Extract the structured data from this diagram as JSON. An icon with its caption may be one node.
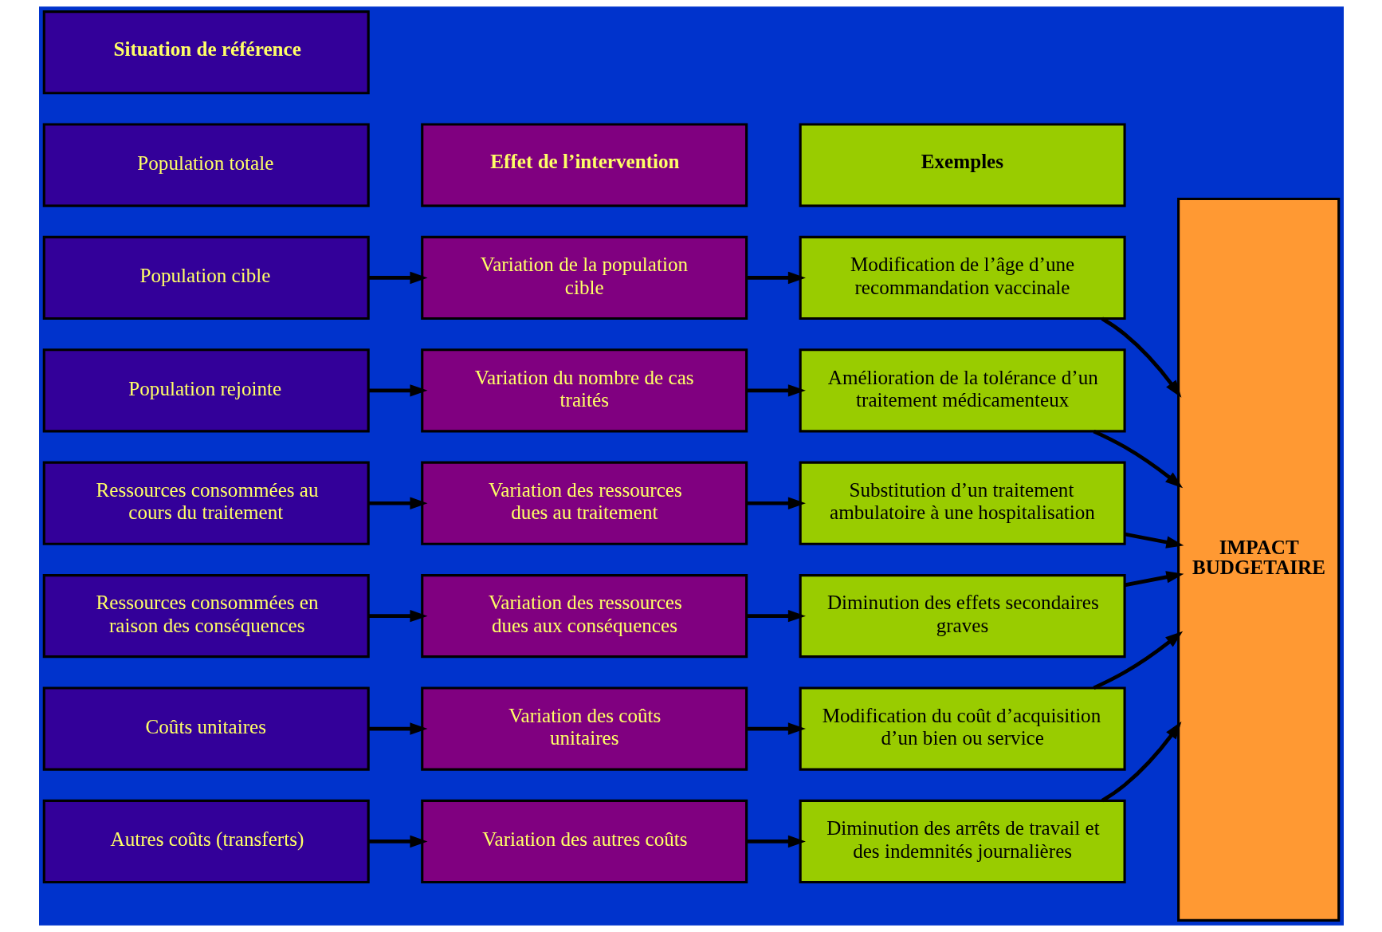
{
  "diagram": {
    "nodes": [
      {
        "text": [
          "Situation de référence"
        ]
      },
      {
        "text": [
          "Effet de l’intervention"
        ]
      },
      {
        "text": [
          "Exemples"
        ]
      },
      {
        "text": [
          "Population totale"
        ]
      },
      {
        "text": [
          "Population cible"
        ]
      },
      {
        "text": [
          "Variation de la population cible"
        ]
      },
      {
        "text": [
          "Modification de l’âge d’une recommandation vaccinale"
        ]
      },
      {
        "text": [
          "Population rejointe"
        ]
      },
      {
        "text": [
          "Variation du nombre de cas traités"
        ]
      },
      {
        "text": [
          "Amélioration de la tolérance d’un traitement médicamenteux"
        ]
      },
      {
        "text": [
          "Ressources consommées au cours du traitement"
        ]
      },
      {
        "text": [
          "Variation des ressources dues au traitement"
        ]
      },
      {
        "text": [
          "Substitution d’un traitement ambulatoire à une hospitalisation"
        ]
      },
      {
        "text": [
          "Ressources consommées en raison des conséquences"
        ]
      },
      {
        "text": [
          "Variation des ressources dues aux conséquences"
        ]
      },
      {
        "text": [
          "Diminution des effets secondaires graves"
        ]
      },
      {
        "text": [
          "Coûts unitaires"
        ]
      },
      {
        "text": [
          "Variation des coûts unitaires"
        ]
      },
      {
        "text": [
          "Modification du coût d’acquisition d’un bien ou service"
        ]
      },
      {
        "text": [
          "Autres coûts (transferts)"
        ]
      },
      {
        "text": [
          "Variation des autres coûts"
        ]
      },
      {
        "text": [
          "Diminution des arrêts de travail et des indemnités journalières"
        ]
      },
      {
        "text": [
          "IMPACT BUDGETAIRE"
        ]
      }
    ],
    "edges": [
      {
        "from": 4,
        "to": 5,
        "arrow": "to"
      },
      {
        "from": 5,
        "to": 6,
        "arrow": "to"
      },
      {
        "from": 6,
        "to": 22,
        "arrow": "to"
      },
      {
        "from": 7,
        "to": 8,
        "arrow": "to"
      },
      {
        "from": 8,
        "to": 9,
        "arrow": "to"
      },
      {
        "from": 9,
        "to": 22,
        "arrow": "to"
      },
      {
        "from": 10,
        "to": 11,
        "arrow": "to"
      },
      {
        "from": 11,
        "to": 12,
        "arrow": "to"
      },
      {
        "from": 12,
        "to": 22,
        "arrow": "to"
      },
      {
        "from": 13,
        "to": 14,
        "arrow": "to"
      },
      {
        "from": 14,
        "to": 15,
        "arrow": "to"
      },
      {
        "from": 15,
        "to": 22,
        "arrow": "to"
      },
      {
        "from": 16,
        "to": 17,
        "arrow": "to"
      },
      {
        "from": 17,
        "to": 18,
        "arrow": "to"
      },
      {
        "from": 18,
        "to": 22,
        "arrow": "to"
      },
      {
        "from": 19,
        "to": 20,
        "arrow": "to"
      },
      {
        "from": 20,
        "to": 21,
        "arrow": "to"
      },
      {
        "from": 21,
        "to": 22,
        "arrow": "to"
      }
    ]
  }
}
